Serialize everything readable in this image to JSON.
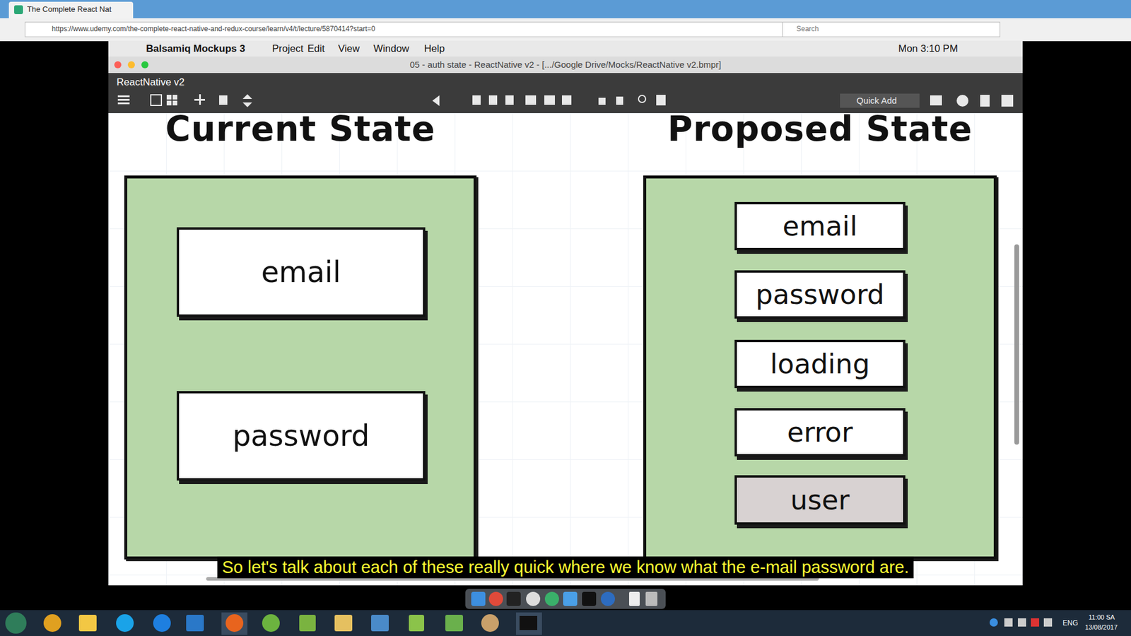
{
  "diagram": {
    "nodes": [
      {
        "text": [
          "Current State"
        ]
      },
      {
        "text": [
          "email"
        ],
        "in": 0
      },
      {
        "text": [
          "password"
        ],
        "in": 0
      },
      {
        "text": [
          "Proposed State"
        ]
      },
      {
        "text": [
          "email"
        ],
        "in": 3
      },
      {
        "text": [
          "password"
        ],
        "in": 3
      },
      {
        "text": [
          "loading"
        ],
        "in": 3
      },
      {
        "text": [
          "error"
        ],
        "in": 3
      },
      {
        "text": [
          "user"
        ],
        "in": 3
      }
    ],
    "labels": [
      "The Complete React Nat",
      "https://www.udemy.com/the-complete-react-native-and-redux-course/learn/v4/t/lecture/5870414?start=0",
      "Search",
      "Balsamiq Mockups 3",
      "Project",
      "Edit",
      "View",
      "Window",
      "Help",
      "Mon 3:10 PM",
      "05 - auth state - ReactNative v2 - [.../Google Drive/Mocks/ReactNative v2.bmpr]",
      "ReactNative v2",
      "Quick Add",
      "So let's talk about each of these really quick where we know what the e-mail password are.",
      "ENG",
      "11:00 SA",
      "13/08/2017"
    ]
  }
}
